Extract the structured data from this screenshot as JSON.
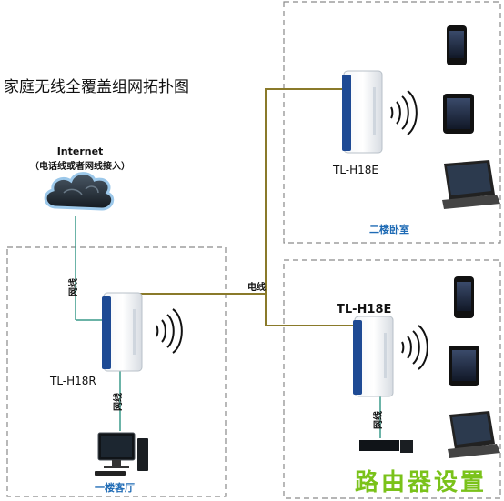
{
  "title": "家庭无线全覆盖组网拓扑图",
  "internet": {
    "name": "Internet",
    "subtitle": "（电话线或者网线接入）"
  },
  "cables": {
    "ethernet_upper": "网线",
    "ethernet_lower": "网线",
    "ethernet_right": "网线",
    "powerline": "电线"
  },
  "devices": {
    "router": {
      "model": "TL-H18R"
    },
    "extender_bedroom": {
      "model": "TL-H18E"
    },
    "extender_lower": {
      "model": "TL-H18E"
    }
  },
  "rooms": {
    "living_room": "一楼客厅",
    "bedroom": "二楼卧室"
  },
  "watermark": "路由器设置",
  "colors": {
    "room_label": "#1f6bb5",
    "powerline": "#8a7a2a",
    "ethernet": "#3a9a8a",
    "watermark": "#7ac21a"
  }
}
